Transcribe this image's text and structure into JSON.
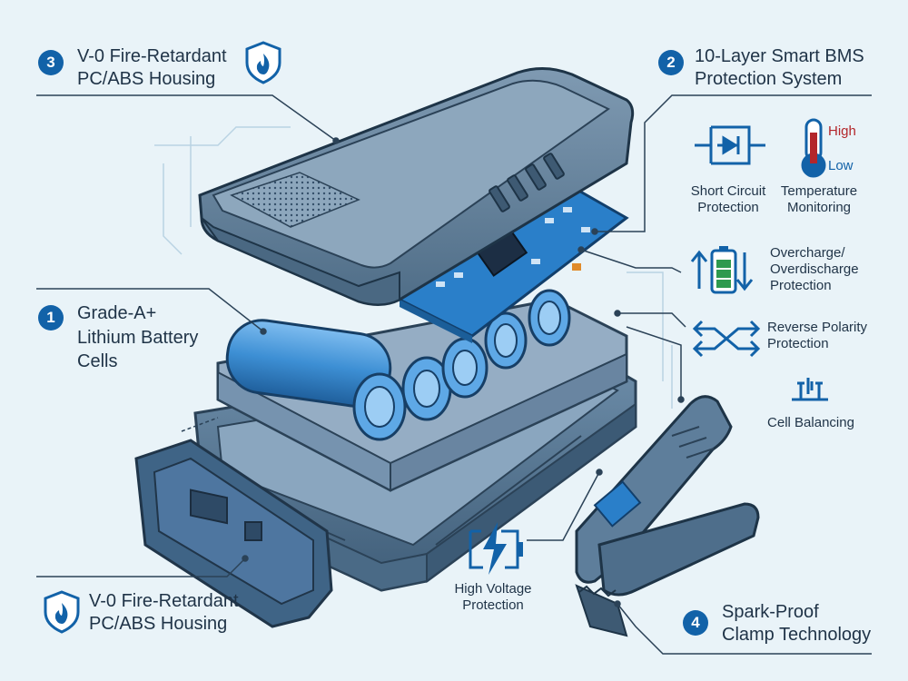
{
  "callouts": {
    "housing_top": {
      "number": "3",
      "line1": "V-0 Fire-Retardant",
      "line2": "PC/ABS Housing"
    },
    "bms": {
      "number": "2",
      "line1": "10-Layer Smart BMS",
      "line2": "Protection System"
    },
    "cells": {
      "number": "1",
      "line1": "Grade-A+",
      "line2": "Lithium Battery",
      "line3": "Cells"
    },
    "housing_bottom": {
      "line1": "V-0 Fire-Retardant",
      "line2": "PC/ABS Housing"
    },
    "clamp": {
      "number": "4",
      "line1": "Spark-Proof",
      "line2": "Clamp Technology"
    }
  },
  "features": {
    "short_circuit": {
      "line1": "Short Circuit",
      "line2": "Protection"
    },
    "temperature": {
      "line1": "Temperature",
      "line2": "Monitoring",
      "high": "High",
      "low": "Low"
    },
    "overcharge": {
      "line1": "Overcharge/",
      "line2": "Overdischarge",
      "line3": "Protection"
    },
    "reverse_polarity": {
      "line1": "Reverse Polarity",
      "line2": "Protection"
    },
    "cell_balancing": {
      "line1": "Cell Balancing"
    },
    "high_voltage": {
      "line1": "High Voltage",
      "line2": "Protection"
    }
  },
  "colors": {
    "accent": "#1262a8",
    "housing": "#5f7f99",
    "cell": "#3d8fd4",
    "pcb": "#2a7fc9",
    "high": "#b3262b",
    "background": "#e9f3f8"
  },
  "icons": [
    "shield-flame-icon",
    "short-circuit-icon",
    "thermometer-icon",
    "battery-charge-icon",
    "reverse-polarity-icon",
    "cell-balancing-icon",
    "lightning-battery-icon"
  ]
}
